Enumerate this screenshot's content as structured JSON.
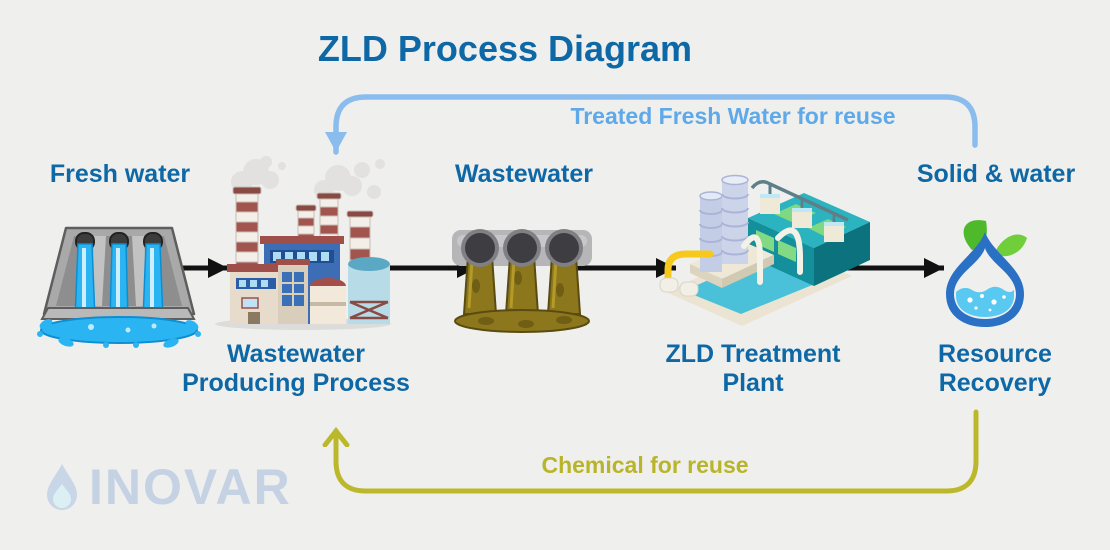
{
  "title": "ZLD Process Diagram",
  "stages": {
    "fresh_water": {
      "label": "Fresh water",
      "icon": "water-intake-splash-icon"
    },
    "producing": {
      "label": "Wastewater Producing Process",
      "icon": "factory-icon"
    },
    "wastewater": {
      "label": "Wastewater",
      "icon": "sewage-discharge-pipes-icon"
    },
    "zld_plant": {
      "label": "ZLD Treatment Plant",
      "icon": "treatment-plant-icon"
    },
    "solid_water": {
      "label": "Solid & water",
      "icon": "water-drop-leaves-icon"
    },
    "recovery": {
      "label": "Resource Recovery"
    }
  },
  "loops": {
    "treated_water": {
      "label": "Treated Fresh Water for reuse",
      "color": "#8abdee"
    },
    "chemical": {
      "label": "Chemical for reuse",
      "color": "#bcb82c"
    }
  },
  "branding": {
    "name": "INOVAR",
    "icon": "droplet-icon",
    "color": "#c5d2e3"
  },
  "colors": {
    "background": "#efefee",
    "text_primary": "#0e68a6",
    "forward_arrow": "#111111",
    "treated_water_flow": "#8abdee",
    "chemical_flow": "#bcb82c"
  }
}
